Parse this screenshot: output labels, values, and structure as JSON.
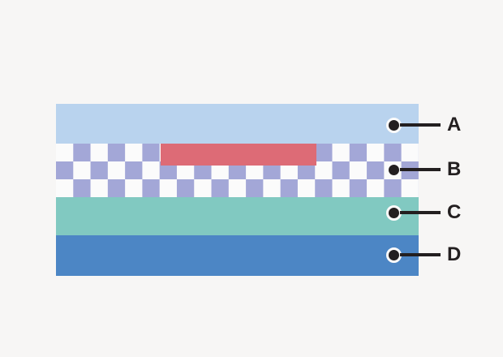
{
  "background_color": "#f7f6f5",
  "diagram": {
    "type": "layered-stack-cross-section",
    "callout_color": "#231f20",
    "layers": [
      {
        "label": "A",
        "pattern": "solid",
        "fill": "#b9d3ee"
      },
      {
        "label": "B",
        "pattern": "checkerboard",
        "checker_colors": [
          "#a3a7d7",
          "#fbfbfb"
        ],
        "embedded_bar_fill": "#dd6b76"
      },
      {
        "label": "C",
        "pattern": "solid",
        "fill": "#81c9c1"
      },
      {
        "label": "D",
        "pattern": "solid",
        "fill": "#4c86c5"
      }
    ]
  }
}
